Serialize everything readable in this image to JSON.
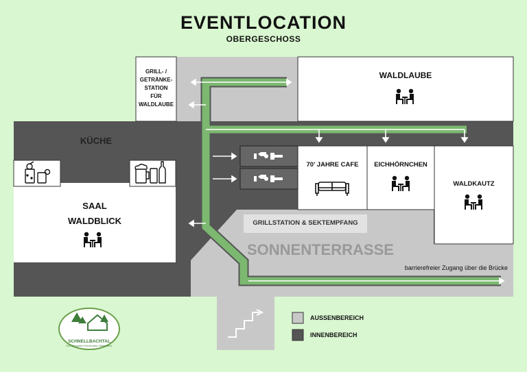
{
  "header": {
    "title": "EVENTLOCATION",
    "subtitle": "OBERGESCHOSS"
  },
  "rooms": {
    "grill_station": [
      "GRILL- /",
      "GETRÄNKE-",
      "STATION",
      "FÜR",
      "WALDLAUBE"
    ],
    "waldlaube": "WALDLAUBE",
    "kueche": "KÜCHE",
    "saal": [
      "SAAL",
      "WALDBLICK"
    ],
    "jahre_cafe": "70’ JAHRE CAFE",
    "eichhoernchen": "EICHHÖRNCHEN",
    "waldkautz": "WALDKAUTZ",
    "grillstation_sekt": "GRILLSTATION & SEKTEMPFANG",
    "sonnenterrasse": "SONNENTERRASSE",
    "barrierefrei": "barrierefreier Zugang über die Brücke"
  },
  "legend": [
    {
      "label": "AUSSENBEREICH",
      "color": "#c8c8c8"
    },
    {
      "label": "INNENBEREICH",
      "color": "#555555"
    }
  ],
  "logo": {
    "name": "SCHNELLBACHTAL",
    "tagline": "ESG-Biergarten Eventlocation Wildkaserne"
  },
  "colors": {
    "background": "#d9f7d0",
    "inside": "#555555",
    "outside": "#c8c8c8",
    "path": "#7cb870",
    "room": "#ffffff"
  },
  "icons": [
    "table-with-people-icon",
    "sofa-icon",
    "toilet-icon",
    "cocktail-icon",
    "beer-icon",
    "stairs-icon",
    "arrow-icon"
  ]
}
